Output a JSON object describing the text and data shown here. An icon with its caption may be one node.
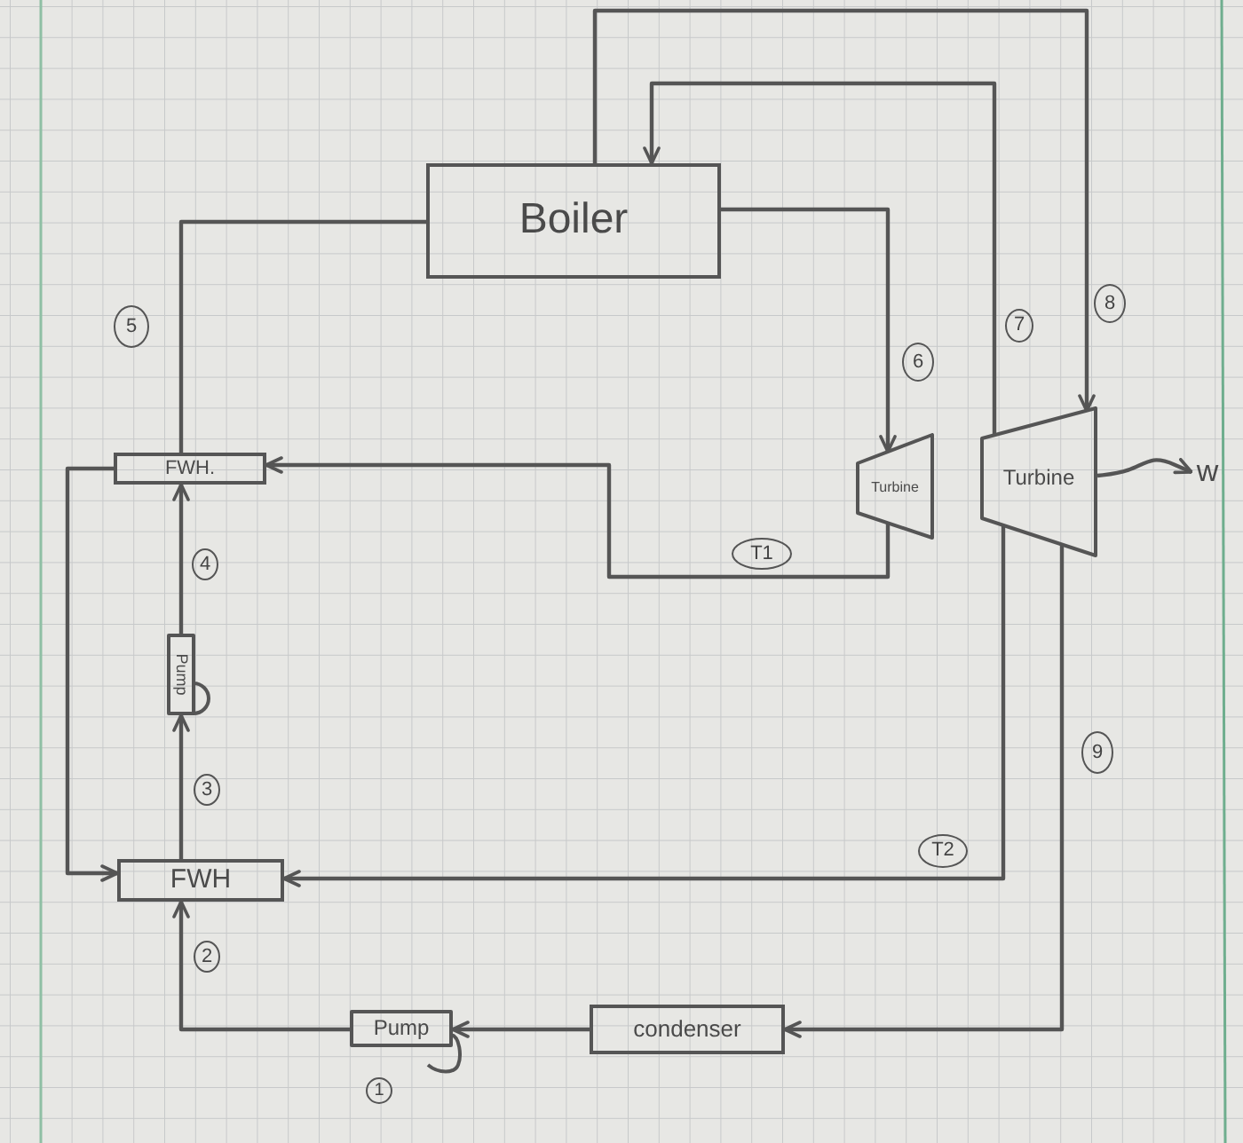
{
  "diagram": {
    "nodes": [
      {
        "text": [
          "Boiler"
        ]
      },
      {
        "text": [
          "Turbine"
        ]
      },
      {
        "text": [
          "Turbine"
        ]
      },
      {
        "text": [
          "FWH."
        ]
      },
      {
        "text": [
          "Pump"
        ]
      },
      {
        "text": [
          "FWH"
        ]
      },
      {
        "text": [
          "Pump"
        ],
        "beside": [
          "1"
        ]
      },
      {
        "text": [
          "condenser"
        ]
      },
      {
        "text": [
          "w"
        ]
      }
    ],
    "edges": [
      {
        "from": 3,
        "to": 0,
        "arrow": "none",
        "label": "5"
      },
      {
        "from": 0,
        "to": 1,
        "arrow": "to",
        "label": "6"
      },
      {
        "from": 2,
        "to": 0,
        "arrow": "to",
        "label": "7"
      },
      {
        "from": 0,
        "to": 2,
        "arrow": "to",
        "label": "8"
      },
      {
        "from": 1,
        "to": 3,
        "arrow": "to",
        "label": "T1"
      },
      {
        "from": 2,
        "to": 5,
        "arrow": "to",
        "label": "T2"
      },
      {
        "from": 2,
        "to": 7,
        "arrow": "to",
        "label": "9"
      },
      {
        "from": 7,
        "to": 6,
        "arrow": "to"
      },
      {
        "from": 6,
        "to": 5,
        "arrow": "to",
        "label": "2"
      },
      {
        "from": 5,
        "to": 4,
        "arrow": "to",
        "label": "3"
      },
      {
        "from": 4,
        "to": 3,
        "arrow": "to",
        "label": "4"
      },
      {
        "from": 3,
        "to": 5,
        "arrow": "to"
      },
      {
        "from": 2,
        "to": 8,
        "arrow": "to"
      }
    ]
  }
}
